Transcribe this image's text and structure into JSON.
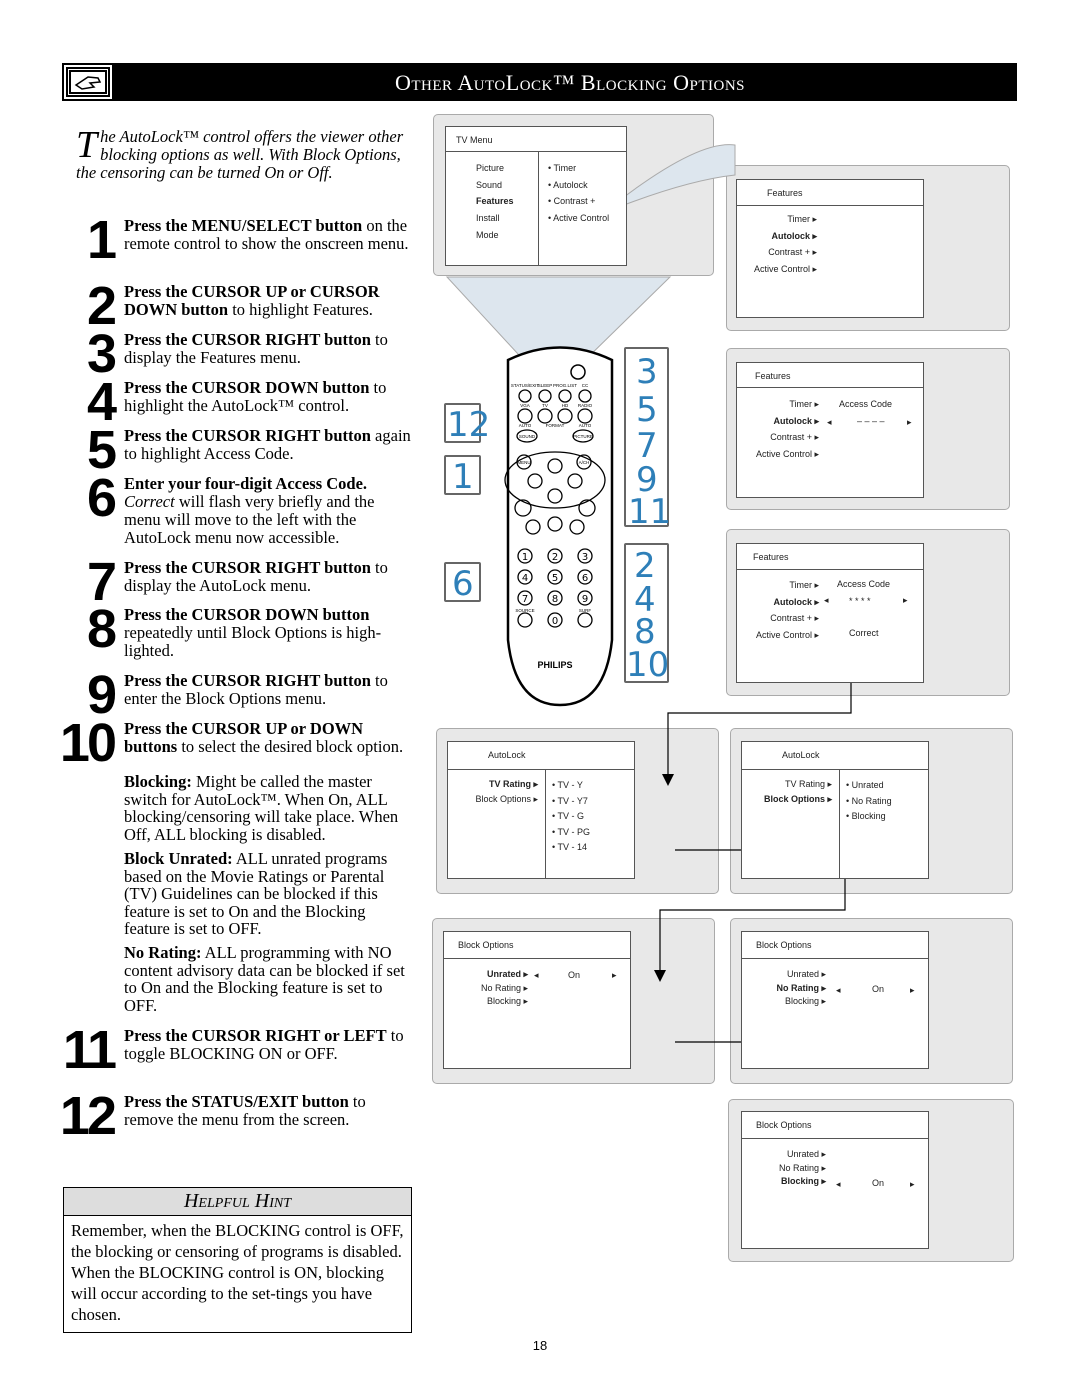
{
  "header": {
    "title": "Other AutoLock™ Blocking Options"
  },
  "intro": {
    "dropcap": "T",
    "text": "he AutoLock™ control offers the viewer other blocking options as well. With Block Options, the censoring can be turned On or Off."
  },
  "steps": [
    {
      "num": "1",
      "bold": "Press the MENU/SELECT button",
      "rest": " on the remote control to show the onscreen menu."
    },
    {
      "num": "2",
      "bold": "Press the CURSOR UP or CURSOR DOWN button",
      "rest": " to highlight Features."
    },
    {
      "num": "3",
      "bold": "Press the CURSOR RIGHT button",
      "rest": " to display the Features menu."
    },
    {
      "num": "4",
      "bold": "Press the CURSOR DOWN button",
      "rest": " to highlight the AutoLock™ control."
    },
    {
      "num": "5",
      "bold": "Press the CURSOR RIGHT button",
      "rest": " again to highlight Access Code."
    },
    {
      "num": "6",
      "bold": "Enter your four-digit Access Code.",
      "italic": "Correct",
      "rest": " will flash very briefly and the menu will move to the left with the AutoLock menu now accessible."
    },
    {
      "num": "7",
      "bold": "Press the CURSOR RIGHT button",
      "rest": " to display the AutoLock menu."
    },
    {
      "num": "8",
      "bold": "Press the CURSOR DOWN button",
      "rest": " repeatedly until Block Options is high-lighted."
    },
    {
      "num": "9",
      "bold": "Press the CURSOR RIGHT button",
      "rest": " to enter the Block Options menu."
    },
    {
      "num": "10",
      "bold": "Press the CURSOR UP or DOWN buttons",
      "rest": " to select the desired block option."
    },
    {
      "num": "11",
      "bold": "Press the CURSOR RIGHT or LEFT",
      "rest": " to toggle BLOCKING ON or OFF."
    },
    {
      "num": "12",
      "bold": "Press the STATUS/EXIT button",
      "rest": " to remove the menu from the screen."
    }
  ],
  "blocking": {
    "bold": "Blocking:",
    "rest": " Might be called the  master switch  for AutoLock™. When On, ALL blocking/censoring will take place. When Off, ALL blocking is disabled."
  },
  "unrated": {
    "bold": "Block Unrated:",
    "rest": " ALL unrated programs based on the Movie Ratings or Parental (TV) Guidelines can be blocked if this feature is set to On and the Blocking feature is set to OFF."
  },
  "norating": {
    "bold": "No Rating:",
    "rest": " ALL programming with NO content advisory data can be blocked if set to On and the Blocking feature is set to OFF."
  },
  "hint": {
    "title": "Helpful Hint",
    "body": "Remember, when the BLOCKING control is OFF, the blocking or censoring of programs is disabled. When the BLOCKING control is ON, blocking will occur according to the set-tings you have chosen."
  },
  "tvmenu": {
    "title": "TV Menu",
    "left": [
      "Picture",
      "Sound",
      "Features",
      "Install",
      "Mode"
    ],
    "right": [
      "Timer",
      "Autolock",
      "Contrast +",
      "Active Control"
    ]
  },
  "features1": {
    "title": "Features",
    "items": [
      "Timer",
      "Autolock",
      "Contrast +",
      "Active Control"
    ]
  },
  "features2": {
    "title": "Features",
    "items": [
      "Timer",
      "Autolock",
      "Contrast +",
      "Active Control"
    ],
    "access": "Access Code",
    "dashes": "– – – –"
  },
  "features3": {
    "title": "Features",
    "items": [
      "Timer",
      "Autolock",
      "Contrast +",
      "Active Control"
    ],
    "access": "Access Code",
    "stars": "* * * *",
    "correct": "Correct"
  },
  "autolock1": {
    "title": "AutoLock",
    "items": [
      "TV Rating",
      "Block Options"
    ],
    "ratings": [
      "TV  -  Y",
      "TV  -  Y7",
      "TV  -  G",
      "TV  -  PG",
      "TV  -  14"
    ]
  },
  "autolock2": {
    "title": "AutoLock",
    "items": [
      "TV Rating",
      "Block Options"
    ],
    "opts": [
      "Unrated",
      "No Rating",
      "Blocking"
    ]
  },
  "block1": {
    "title": "Block Options",
    "items": [
      "Unrated",
      "No Rating",
      "Blocking"
    ],
    "value": "On"
  },
  "block2": {
    "title": "Block Options",
    "items": [
      "Unrated",
      "No Rating",
      "Blocking"
    ],
    "value": "On"
  },
  "block3": {
    "title": "Block Options",
    "items": [
      "Unrated",
      "No Rating",
      "Blocking"
    ],
    "value": "On"
  },
  "remote": {
    "brand": "PHILIPS",
    "labels": [
      "STATUS/EXIT",
      "SLEEP",
      "PROG.LIST",
      "CC",
      "VGA",
      "TV",
      "HD",
      "RADIO",
      "AUTO",
      "FORMAT",
      "AUTO",
      "SOUND",
      "PICTURE",
      "MENU",
      "A/CH",
      "SOURCE",
      "SURF"
    ],
    "digits": [
      "1",
      "2",
      "3",
      "4",
      "5",
      "6",
      "7",
      "8",
      "9",
      "0"
    ]
  },
  "callouts": {
    "left": [
      "12",
      "1",
      "6"
    ],
    "right": [
      "3",
      "5",
      "7",
      "9",
      "11",
      "2",
      "4",
      "8",
      "10"
    ]
  },
  "page_number": "18"
}
